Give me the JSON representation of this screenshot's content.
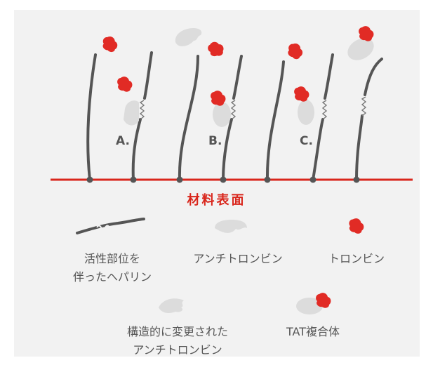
{
  "diagram": {
    "surface_label": "材料表面",
    "panel_labels": [
      "A.",
      "B.",
      "C."
    ],
    "colors": {
      "surface": "#d9261c",
      "thrombin": "#e12b25",
      "antithrombin": "#dcdcdc",
      "chain": "#555555",
      "background": "#f2f2f2"
    }
  },
  "legend": {
    "heparin_chain": "活性部位を\n伴ったヘパリン",
    "antithrombin": "アンチトロンビン",
    "thrombin": "トロンビン",
    "modified_antithrombin": "構造的に変更された\nアンチトロンビン",
    "tat_complex": "TAT複合体"
  }
}
